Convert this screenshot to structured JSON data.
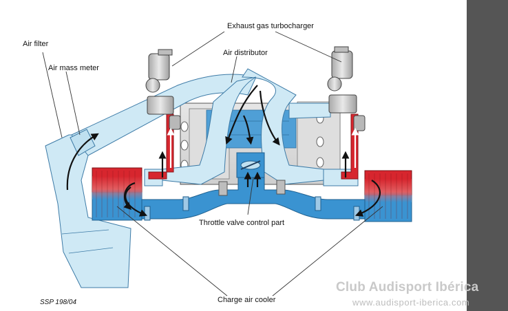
{
  "labels": {
    "air_filter": "Air filter",
    "air_mass_meter": "Air mass meter",
    "exhaust_turbocharger": "Exhaust gas turbocharger",
    "air_distributor": "Air distributor",
    "throttle_valve": "Throttle valve control part",
    "charge_air_cooler": "Charge air cooler"
  },
  "reference": "SSP 198/04",
  "watermark": {
    "brand": "Club Audisport Ibérica",
    "url": "www.audisport-iberica.com"
  },
  "colors": {
    "intake_air": "#cfe9f5",
    "cooled_air": "#3a93d1",
    "hot_air": "#d7262e",
    "engine_block": "#d9d9d9",
    "side_bar": "#555555"
  },
  "icons": [
    "flow-arrow-icon",
    "turbocharger-icon",
    "throttle-valve-icon"
  ]
}
